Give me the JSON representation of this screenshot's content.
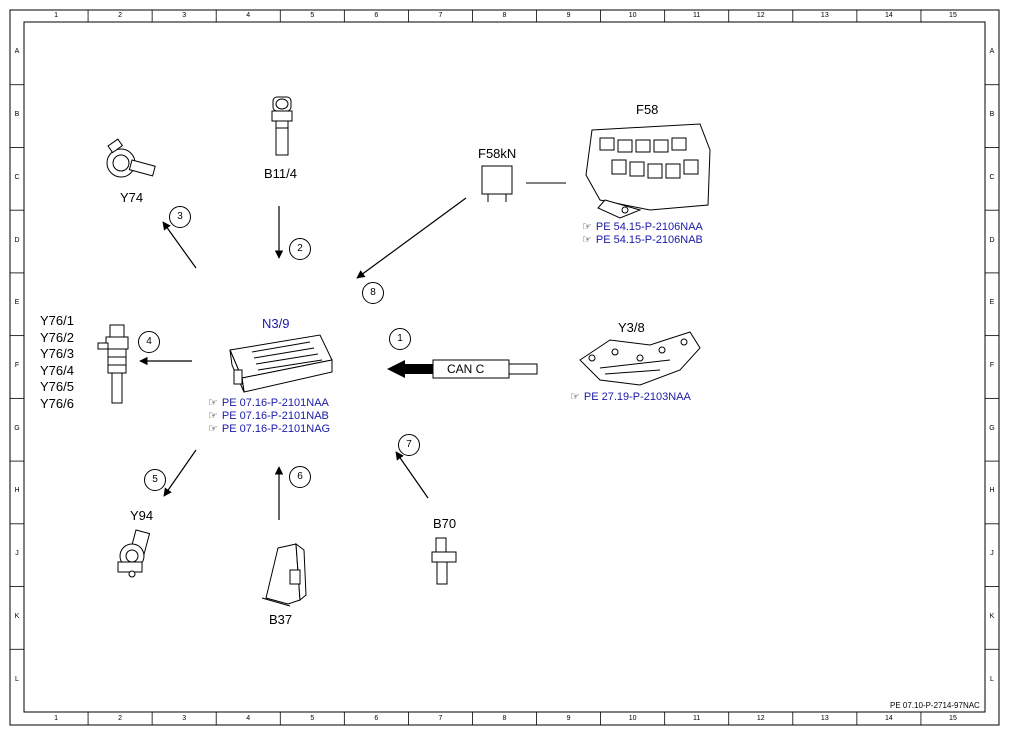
{
  "frame": {
    "columns": [
      "1",
      "2",
      "3",
      "4",
      "5",
      "6",
      "7",
      "8",
      "9",
      "10",
      "11",
      "12",
      "13",
      "14",
      "15"
    ],
    "rows": [
      "A",
      "B",
      "C",
      "D",
      "E",
      "F",
      "G",
      "H",
      "J",
      "K",
      "L"
    ]
  },
  "components": {
    "n3_9": {
      "label": "N3/9",
      "refs": [
        "PE 07.16-P-2101NAA",
        "PE 07.16-P-2101NAB",
        "PE 07.16-P-2101NAG"
      ]
    },
    "f58": {
      "label": "F58",
      "refs": [
        "PE 54.15-P-2106NAA",
        "PE 54.15-P-2106NAB"
      ]
    },
    "f58kn": {
      "label": "F58kN"
    },
    "y3_8": {
      "label": "Y3/8",
      "refs": [
        "PE 27.19-P-2103NAA"
      ]
    },
    "b11_4": {
      "label": "B11/4"
    },
    "y74": {
      "label": "Y74"
    },
    "y76": {
      "labels": [
        "Y76/1",
        "Y76/2",
        "Y76/3",
        "Y76/4",
        "Y76/5",
        "Y76/6"
      ]
    },
    "y94": {
      "label": "Y94"
    },
    "b37": {
      "label": "B37"
    },
    "b70": {
      "label": "B70"
    }
  },
  "bus_label": "CAN C",
  "arrow_numbers": [
    "1",
    "2",
    "3",
    "4",
    "5",
    "6",
    "7",
    "8"
  ],
  "doc_id": "PE 07.10-P-2714-97NAC",
  "colors": {
    "ref_text": "#1a1aa8",
    "line": "#000000"
  },
  "icons": {
    "ref_marker": "pointing-hand-icon"
  }
}
